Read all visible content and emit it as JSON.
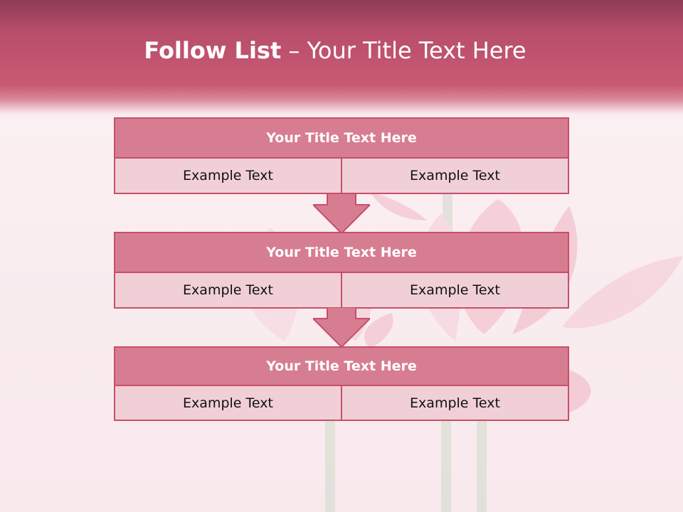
{
  "header": {
    "title_bold": "Follow List",
    "title_rest": " – Your Title Text Here"
  },
  "colors": {
    "header_dark": "#8f3b55",
    "header_pink": "#c95a74",
    "block_head": "#d77d91",
    "block_cell": "#f0d0d6",
    "border": "#c84e6a"
  },
  "blocks": [
    {
      "title": "Your Title Text Here",
      "left": "Example Text",
      "right": "Example Text"
    },
    {
      "title": "Your Title Text Here",
      "left": "Example Text",
      "right": "Example Text"
    },
    {
      "title": "Your Title Text Here",
      "left": "Example Text",
      "right": "Example Text"
    }
  ]
}
